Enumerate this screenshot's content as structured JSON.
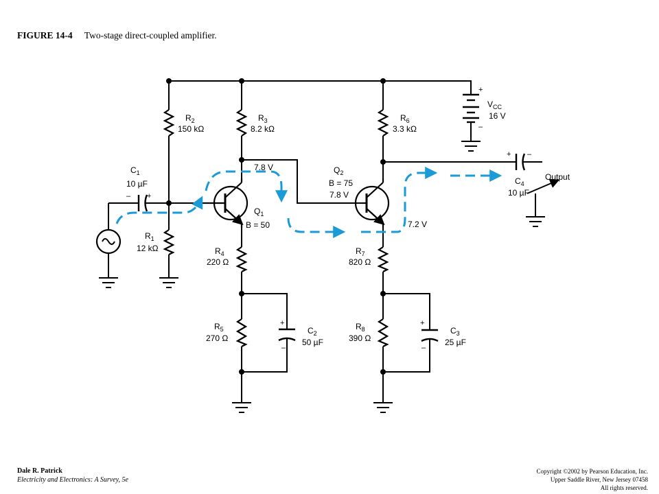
{
  "figure": {
    "number": "FIGURE 14-4",
    "title": "Two-stage direct-coupled amplifier."
  },
  "components": {
    "r1": {
      "name": "R",
      "sub": "1",
      "value": "12 kΩ"
    },
    "r2": {
      "name": "R",
      "sub": "2",
      "value": "150 kΩ"
    },
    "r3": {
      "name": "R",
      "sub": "3",
      "value": "8.2 kΩ"
    },
    "r4": {
      "name": "R",
      "sub": "4",
      "value": "220 Ω"
    },
    "r5": {
      "name": "R",
      "sub": "5",
      "value": "270 Ω"
    },
    "r6": {
      "name": "R",
      "sub": "6",
      "value": "3.3 kΩ"
    },
    "r7": {
      "name": "R",
      "sub": "7",
      "value": "820 Ω"
    },
    "r8": {
      "name": "R",
      "sub": "8",
      "value": "390 Ω"
    },
    "c1": {
      "name": "C",
      "sub": "1",
      "value": "10 µF"
    },
    "c2": {
      "name": "C",
      "sub": "2",
      "value": "50 µF"
    },
    "c3": {
      "name": "C",
      "sub": "3",
      "value": "25 µF"
    },
    "c4": {
      "name": "C",
      "sub": "4",
      "value": "10 µF"
    },
    "q1": {
      "name": "Q",
      "sub": "1",
      "beta": "B = 50"
    },
    "q2": {
      "name": "Q",
      "sub": "2",
      "beta": "B = 75",
      "voltage": "7.8 V"
    },
    "vcc": {
      "name": "V",
      "sub": "CC",
      "value": "16 V"
    }
  },
  "node_voltages": {
    "q1_collector": "7.8 V",
    "q2_emitter": "7.2 V"
  },
  "output_label": "Output",
  "polarity": {
    "plus": "+",
    "minus": "–"
  },
  "colors": {
    "wire": "#000000",
    "signal_path": "#1a9ad6"
  },
  "footer": {
    "author": "Dale R. Patrick",
    "book": "Electricity and Electronics:  A Survey, 5e",
    "copyright": "Copyright ©2002 by Pearson Education, Inc.",
    "address": "Upper Saddle River, New Jersey 07458",
    "rights": "All rights reserved."
  }
}
